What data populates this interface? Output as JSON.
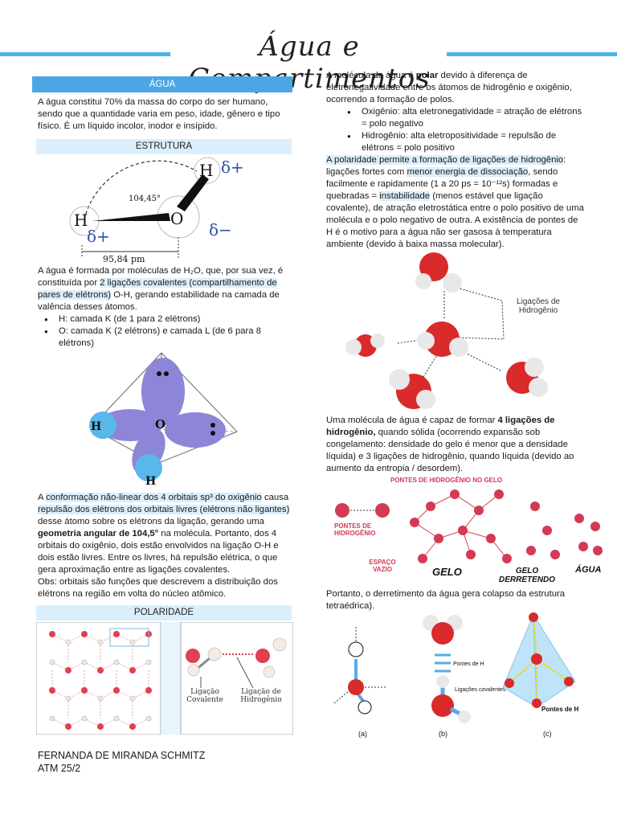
{
  "page": {
    "title": "Água e Compartimentos"
  },
  "left": {
    "agua_header": "ÁGUA",
    "agua_text": "A água constitui 70% da massa do corpo do ser humano, sendo que a quantidade varia em peso, idade, gênero e tipo físico. É um líquido incolor, inodor e insípido.",
    "estrutura_header": "ESTRUTURA",
    "fig1": {
      "h_top": "H",
      "delta_plus_top": "δ+",
      "angle": "104,45°",
      "h_left": "H",
      "o": "O",
      "delta_minus": "δ−",
      "delta_plus_left": "δ+",
      "distance": "95,84 pm"
    },
    "p1_a": "A água é formada por moléculas de H₂O, que, por sua vez, é constituída por ",
    "p1_hl": "2 ligações covalentes (compartilhamento de pares de elétrons)",
    "p1_b": " O-H, gerando estabilidade na camada de valência desses átomos.",
    "bullet1": "H: camada K (de 1 para 2 elétrons)",
    "bullet2": "O: camada K (2 elétrons) e camada L (de 6 para 8 elétrons)",
    "fig2": {
      "h1": "H",
      "o": "O",
      "h2": "H"
    },
    "p2_a": "A ",
    "p2_hl1": "conformação não-linear dos 4 orbitais sp³ do oxigênio",
    "p2_b": " causa ",
    "p2_hl2": "repulsão dos elétrons dos orbitais livres (elétrons não ligantes)",
    "p2_c": " desse átomo sobre os elétrons da ligação, gerando uma ",
    "p2_bold": "geometria angular de 104,5°",
    "p2_d": " na molécula. Portanto, dos 4 orbitais do oxigênio, dois estão envolvidos na ligação O-H e dois estão livres. Entre os livres, há repulsão elétrica, o que gera aproximação entre as ligações covalentes.",
    "p2_obs": "Obs: orbitais são funções que descrevem a distribuição dos elétrons na região em volta do núcleo atômico.",
    "polaridade_header": "POLARIDADE",
    "fig3": {
      "label1": "Ligação Covalente",
      "label2": "Ligação de Hidrogênio"
    }
  },
  "right": {
    "p1_a": "A molécula de água é ",
    "p1_bold": "polar",
    "p1_b": " devido à diferença de eletronegatividade entre os átomos de hidrogênio e oxigênio, ocorrendo a formação de polos.",
    "bullet1": "Oxigênio: alta eletronegatividade = atração de elétrons = polo negativo",
    "bullet2": "Hidrogênio: alta eletropositividade = repulsão de elétrons = polo positivo",
    "p2_hl1": "A polaridade permite a formação de ligações de hidrogênio",
    "p2_a": ": ligações fortes com ",
    "p2_hl2": "menor energia de dissociação",
    "p2_b": ", sendo facilmente e rapidamente (1 a 20 ps = 10⁻¹²s) formadas e quebradas = ",
    "p2_hl3": "instabilidade",
    "p2_c": " (menos estável que ligação covalente), de atração eletrostática entre o polo positivo de uma molécula e o polo negativo de outra. A existência de pontes de H é o motivo para a água não ser gasosa à temperatura ambiente (devido à baixa massa molecular).",
    "fig4": {
      "label": "Ligações de Hidrogênio"
    },
    "p3_a": "Uma molécula de água é capaz de formar ",
    "p3_bold": "4 ligações de hidrogênio,",
    "p3_b": " quando sólida (ocorrendo expansão sob congelamento: densidade do gelo é menor que a densidade líquida) e 3 ligações de hidrogênio, quando líquida (devido ao aumento da entropia / desordem).",
    "fig5": {
      "l1": "PONTES DE HIDROGÊNIO NO GELO",
      "l2": "PONTES DE HIDROGÊNIO",
      "l3": "ESPAÇO VAZIO",
      "l4": "GELO",
      "l5": "GELO DERRETENDO",
      "l6": "ÁGUA"
    },
    "p4": "Portanto, o derretimento da água gera colapso da estrutura tetraédrica).",
    "fig6": {
      "pontes": "Pontes de H",
      "ligacoes": "Ligações covalentes",
      "pontes2": "Pontes de H",
      "a": "(a)",
      "b": "(b)",
      "c": "(c)"
    }
  },
  "footer": {
    "author": "FERNANDA DE MIRANDA SCHMITZ",
    "class": "ATM 25/2"
  }
}
